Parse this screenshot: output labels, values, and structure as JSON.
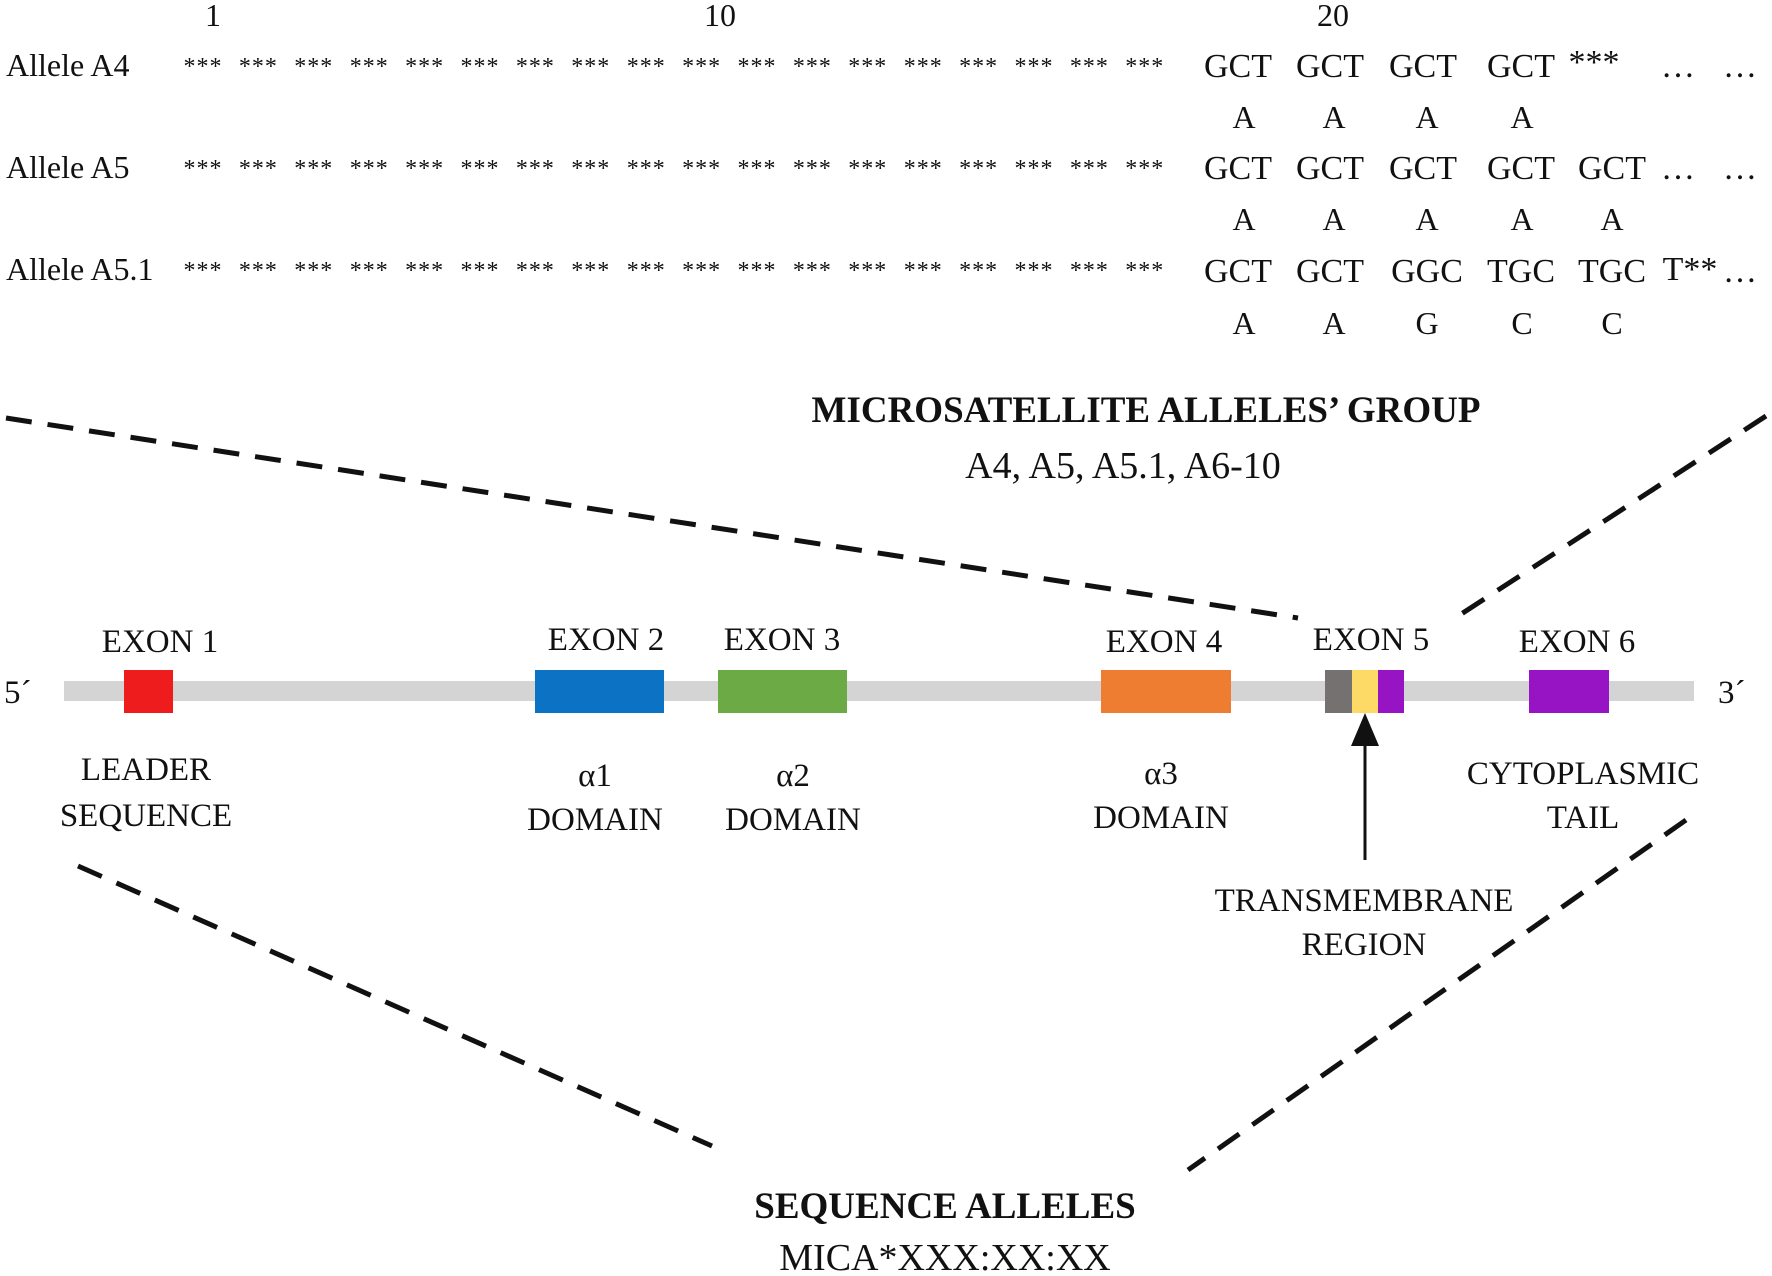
{
  "colors": {
    "exon1": "#ee1c1c",
    "exon2": "#0b72c4",
    "exon3": "#6caa45",
    "exon4": "#ee7d31",
    "exon5_tm1": "#767171",
    "exon5_tm2": "#fdd966",
    "exon5_tm3": "#9614c4",
    "exon6": "#9614c4",
    "backbone": "#d4d4d4"
  },
  "alignment": {
    "positions": [
      "1",
      "10",
      "20"
    ],
    "star_group": "***",
    "alleles": [
      {
        "name": "Allele A4",
        "codons": [
          "GCT",
          "GCT",
          "GCT",
          "GCT",
          "***"
        ],
        "tail": [
          "…",
          "…"
        ],
        "aminos": [
          "A",
          "A",
          "A",
          "A"
        ]
      },
      {
        "name": "Allele A5",
        "codons": [
          "GCT",
          "GCT",
          "GCT",
          "GCT",
          "GCT"
        ],
        "tail": [
          "…",
          "…"
        ],
        "aminos": [
          "A",
          "A",
          "A",
          "A",
          "A"
        ]
      },
      {
        "name": "Allele A5.1",
        "codons": [
          "GCT",
          "GCT",
          "GGC",
          "TGC",
          "TGC",
          "T**"
        ],
        "tail": [
          "…"
        ],
        "aminos": [
          "A",
          "A",
          "G",
          "C",
          "C"
        ]
      }
    ]
  },
  "microsatellite": {
    "title": "MICROSATELLITE ALLELES’ GROUP",
    "subtitle": "A4, A5, A5.1, A6-10"
  },
  "gene": {
    "five_prime": "5´",
    "three_prime": "3´",
    "exons": [
      {
        "id": "exon1",
        "label": "EXON 1"
      },
      {
        "id": "exon2",
        "label": "EXON 2"
      },
      {
        "id": "exon3",
        "label": "EXON 3"
      },
      {
        "id": "exon4",
        "label": "EXON 4"
      },
      {
        "id": "exon5",
        "label": "EXON 5"
      },
      {
        "id": "exon6",
        "label": "EXON 6"
      }
    ],
    "regions": {
      "leader": [
        "LEADER",
        "SEQUENCE"
      ],
      "a1": [
        "α1",
        "DOMAIN"
      ],
      "a2": [
        "α2",
        "DOMAIN"
      ],
      "a3": [
        "α3",
        "DOMAIN"
      ],
      "cyto": [
        "CYTOPLASMIC",
        "TAIL"
      ],
      "tm": [
        "TRANSMEMBRANE",
        "REGION"
      ]
    }
  },
  "sequence_alleles": {
    "title": "SEQUENCE ALLELES",
    "subtitle": "MICA*XXX:XX:XX"
  }
}
